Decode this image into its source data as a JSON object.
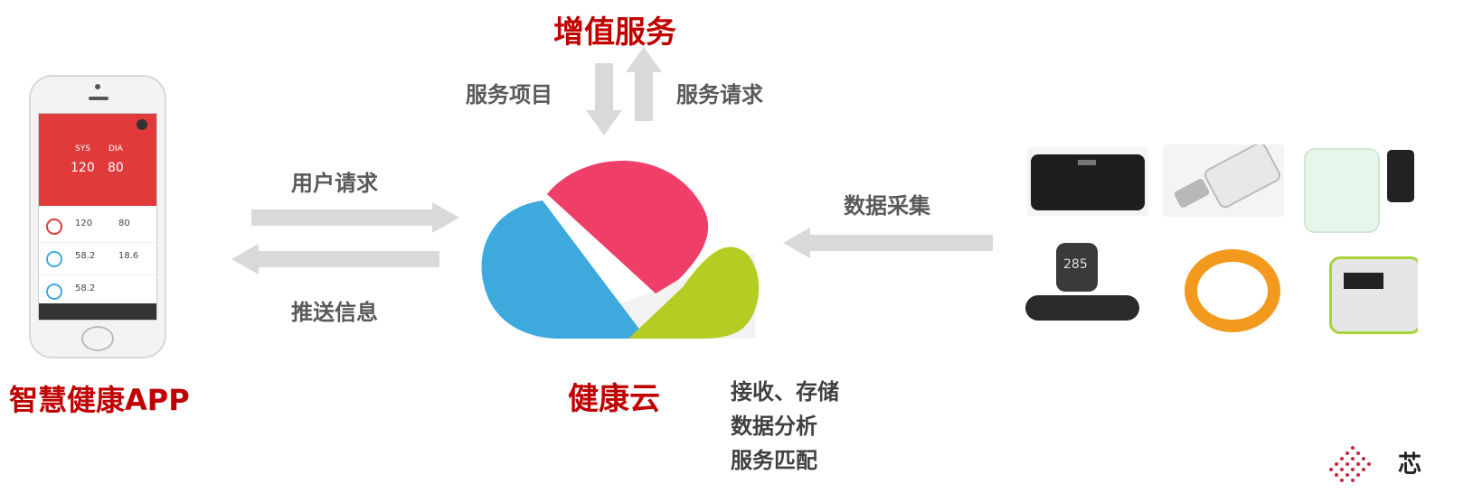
{
  "top": {
    "title": "增值服务",
    "left_label": "服务项目",
    "right_label": "服务请求"
  },
  "left": {
    "title": "智慧健康APP",
    "request_label": "用户请求",
    "push_label": "推送信息"
  },
  "cloud": {
    "title": "健康云",
    "functions": [
      "接收、存储",
      "数据分析",
      "服务匹配"
    ]
  },
  "right": {
    "collect_label": "数据采集"
  },
  "logo": {
    "text": "芯"
  },
  "phone_screen": {
    "sys_label": "SYS",
    "dia_label": "DIA",
    "sys_value": "120",
    "dia_value": "80",
    "rows": [
      {
        "left": "120",
        "right": "80"
      },
      {
        "left": "58.2",
        "right": "18.6"
      },
      {
        "left": "58.2",
        "right": ""
      }
    ]
  },
  "devices": [
    {
      "name": "smart-scale"
    },
    {
      "name": "phone-sensor"
    },
    {
      "name": "bp-monitor"
    },
    {
      "name": "heart-rate-watch",
      "reading": "285"
    },
    {
      "name": "fitness-band"
    },
    {
      "name": "pulse-oximeter"
    }
  ],
  "colors": {
    "accent_red": "#c00000",
    "cloud_blue": "#3ea9dd",
    "cloud_pink": "#ef3e68",
    "cloud_green": "#b5cc22",
    "arrow_gray": "#d9d9d9"
  }
}
